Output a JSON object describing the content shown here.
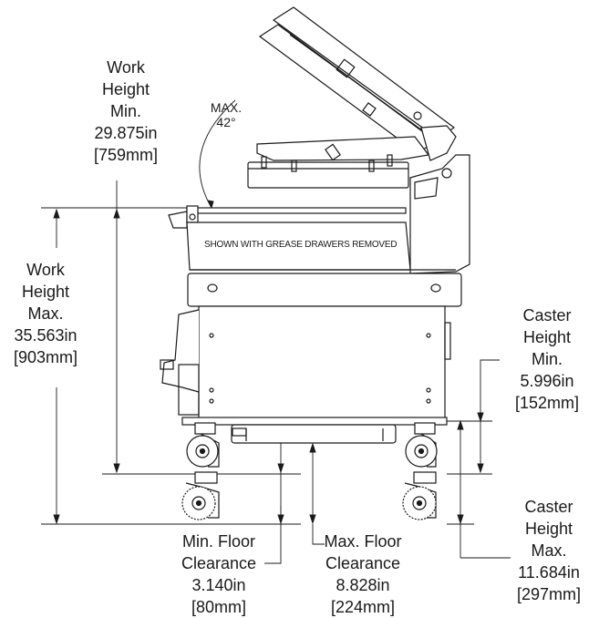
{
  "labels": {
    "work_height_min": "Work\nHeight\nMin.\n29.875in\n[759mm]",
    "work_height_max": "Work\nHeight\nMax.\n35.563in\n[903mm]",
    "angle": "MAX.\n42°",
    "note": "SHOWN WITH GREASE DRAWERS REMOVED",
    "caster_height_min": "Caster\nHeight\nMin.\n5.996in\n[152mm]",
    "caster_height_max": "Caster\nHeight\nMax.\n11.684in\n[297mm]",
    "min_floor_clearance": "Min. Floor\nClearance\n3.140in\n[80mm]",
    "max_floor_clearance": "Max. Floor\nClearance\n8.828in\n[224mm]"
  },
  "colors": {
    "line": "#1a1a1a",
    "fill": "#ffffff"
  }
}
